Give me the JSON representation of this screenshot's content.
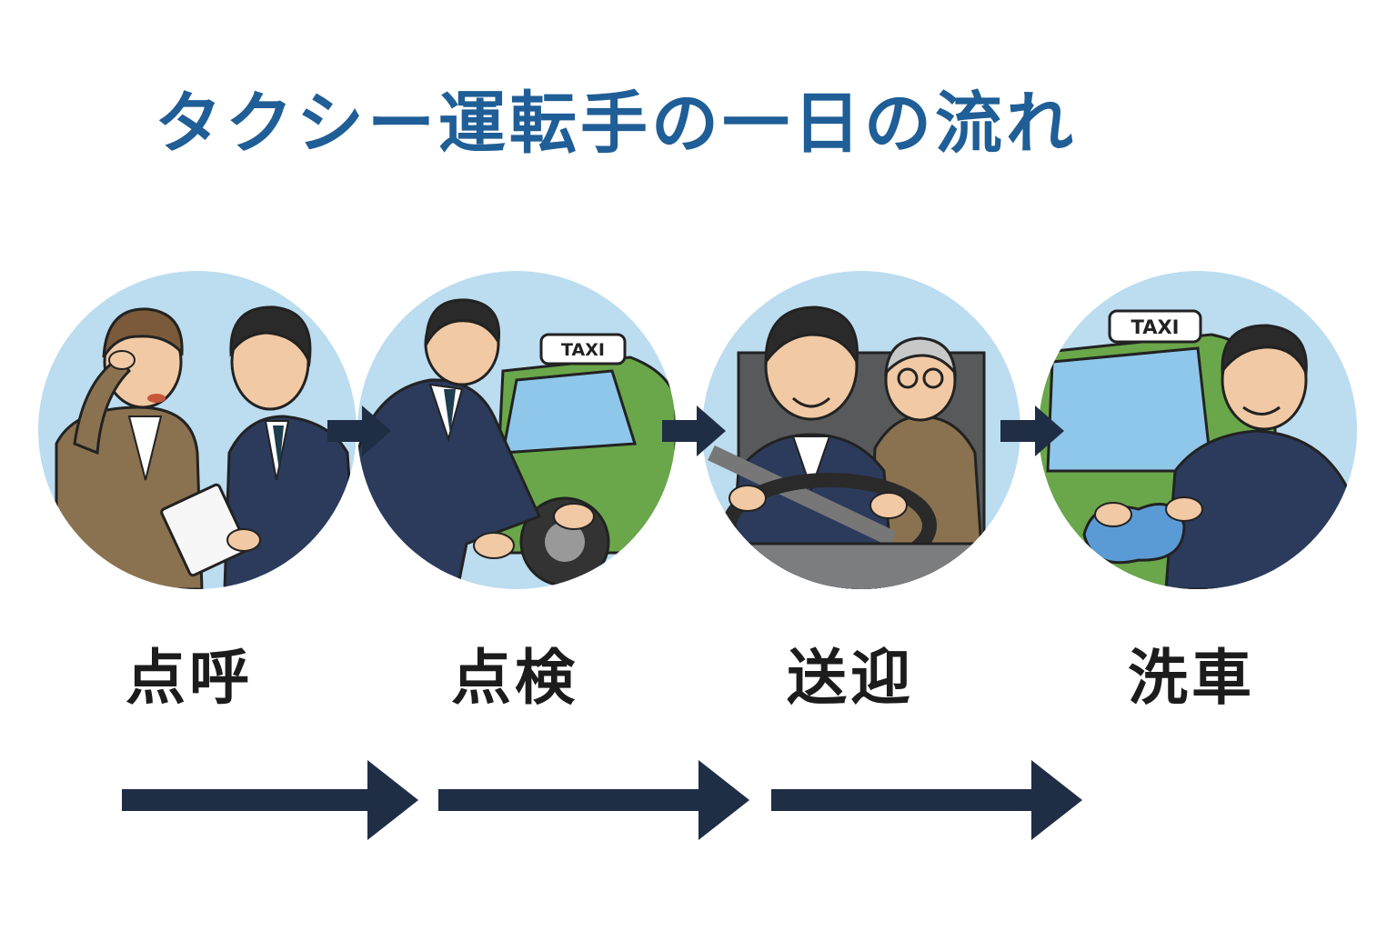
{
  "title": "タクシー運転手の一日の流れ",
  "steps": [
    {
      "label": "点呼",
      "scene": "roll-call"
    },
    {
      "label": "点検",
      "scene": "vehicle-inspection"
    },
    {
      "label": "送迎",
      "scene": "passenger-transport"
    },
    {
      "label": "洗車",
      "scene": "car-washing"
    }
  ],
  "taxi_sign": "TAXI",
  "colors": {
    "title": "#1f5e96",
    "arrow": "#1f2d45",
    "sky": "#bcdcf0",
    "taxi_green": "#6aa64a",
    "suit": "#2c3b5c",
    "brown_suit": "#8a7250"
  }
}
